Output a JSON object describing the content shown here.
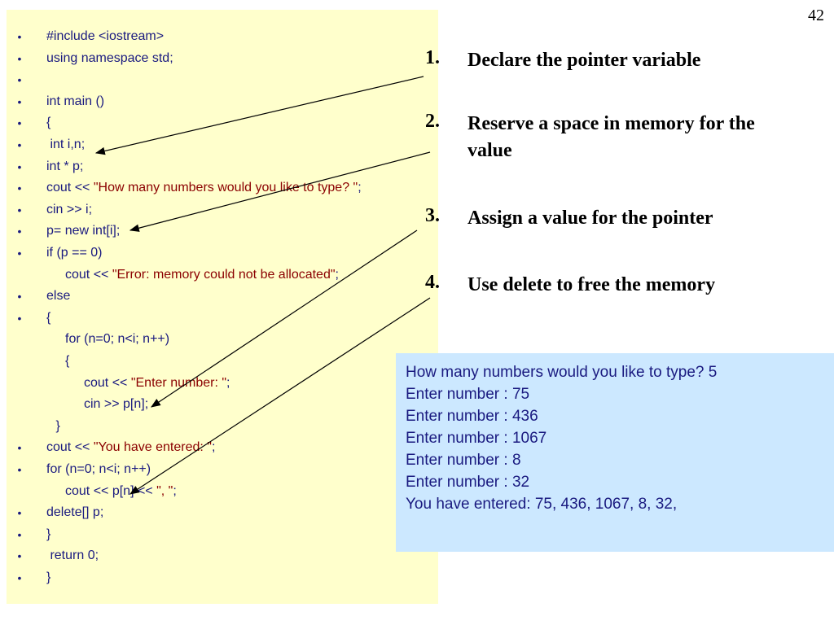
{
  "slide_number": "42",
  "code_lines": [
    {
      "bullet": "•",
      "indent": 0,
      "parts": [
        {
          "t": "#include <iostream>",
          "s": ""
        }
      ]
    },
    {
      "bullet": "•",
      "indent": 0,
      "parts": [
        {
          "t": "using namespace std;",
          "s": ""
        }
      ]
    },
    {
      "bullet": "•",
      "indent": 0,
      "parts": [
        {
          "t": "",
          "s": ""
        }
      ]
    },
    {
      "bullet": "•",
      "indent": 0,
      "parts": [
        {
          "t": "int main ()",
          "s": ""
        }
      ]
    },
    {
      "bullet": "•",
      "indent": 0,
      "parts": [
        {
          "t": "{",
          "s": ""
        }
      ]
    },
    {
      "bullet": "•",
      "indent": 0,
      "parts": [
        {
          "t": " int i,n;",
          "s": ""
        }
      ]
    },
    {
      "bullet": "•",
      "indent": 0,
      "parts": [
        {
          "t": "int * p;",
          "s": ""
        }
      ]
    },
    {
      "bullet": "•",
      "indent": 0,
      "parts": [
        {
          "t": "cout << ",
          "s": ""
        },
        {
          "t": "\"How many numbers would you like to type? \"",
          "s": "str"
        },
        {
          "t": ";",
          "s": ""
        }
      ]
    },
    {
      "bullet": "•",
      "indent": 0,
      "parts": [
        {
          "t": "cin >> i;",
          "s": ""
        }
      ]
    },
    {
      "bullet": "•",
      "indent": 0,
      "parts": [
        {
          "t": "p= new int[i];",
          "s": ""
        }
      ]
    },
    {
      "bullet": "•",
      "indent": 0,
      "parts": [
        {
          "t": "if (p == 0)",
          "s": ""
        }
      ]
    },
    {
      "bullet": "",
      "indent": 1,
      "parts": [
        {
          "t": "cout << ",
          "s": ""
        },
        {
          "t": "\"Error: memory could not be allocated\"",
          "s": "str"
        },
        {
          "t": ";",
          "s": ""
        }
      ]
    },
    {
      "bullet": "•",
      "indent": 0,
      "parts": [
        {
          "t": "else",
          "s": ""
        }
      ]
    },
    {
      "bullet": "•",
      "indent": 0,
      "parts": [
        {
          "t": "{",
          "s": ""
        }
      ]
    },
    {
      "bullet": "",
      "indent": 1,
      "parts": [
        {
          "t": "for (n=0; n<i; n++)",
          "s": ""
        }
      ]
    },
    {
      "bullet": "",
      "indent": 1,
      "parts": [
        {
          "t": "{",
          "s": ""
        }
      ]
    },
    {
      "bullet": "",
      "indent": 2,
      "parts": [
        {
          "t": "cout << ",
          "s": ""
        },
        {
          "t": "\"Enter number: \"",
          "s": "str"
        },
        {
          "t": ";",
          "s": ""
        }
      ]
    },
    {
      "bullet": "",
      "indent": 2,
      "parts": [
        {
          "t": "cin >> p[n];",
          "s": ""
        }
      ]
    },
    {
      "bullet": "",
      "indent": 0.5,
      "parts": [
        {
          "t": "}",
          "s": ""
        }
      ]
    },
    {
      "bullet": "•",
      "indent": 0,
      "parts": [
        {
          "t": "cout << ",
          "s": ""
        },
        {
          "t": "\"You have entered: \"",
          "s": "str"
        },
        {
          "t": ";",
          "s": ""
        }
      ]
    },
    {
      "bullet": "•",
      "indent": 0,
      "parts": [
        {
          "t": "for (n=0; n<i; n++)",
          "s": ""
        }
      ]
    },
    {
      "bullet": "",
      "indent": 1,
      "parts": [
        {
          "t": "cout << p[n] << ",
          "s": ""
        },
        {
          "t": "\", \"",
          "s": "str"
        },
        {
          "t": ";",
          "s": ""
        }
      ]
    },
    {
      "bullet": "•",
      "indent": 0,
      "parts": [
        {
          "t": "delete[] p;",
          "s": ""
        }
      ]
    },
    {
      "bullet": "•",
      "indent": 0,
      "parts": [
        {
          "t": "}",
          "s": ""
        }
      ]
    },
    {
      "bullet": "•",
      "indent": 0,
      "parts": [
        {
          "t": " return 0;",
          "s": ""
        }
      ]
    },
    {
      "bullet": "•",
      "indent": 0,
      "parts": [
        {
          "t": "}",
          "s": ""
        }
      ]
    }
  ],
  "steps": [
    {
      "num": "1.",
      "text": "Declare the pointer variable"
    },
    {
      "num": "2.",
      "text": "Reserve a space in memory for the value"
    },
    {
      "num": "3.",
      "text": "Assign a value for the pointer"
    },
    {
      "num": "4.",
      "text": "Use delete to free the memory"
    }
  ],
  "output_lines": [
    "How many numbers would you like to type? 5",
    "Enter number : 75",
    "Enter number : 436",
    "Enter number : 1067",
    "Enter number : 8",
    "Enter number : 32",
    "You have entered: 75, 436, 1067, 8, 32,"
  ],
  "colors": {
    "code_panel_bg": "#ffffcc",
    "output_box_bg": "#cce8ff",
    "code_text": "#1a1a80",
    "string_literal": "#8b0000"
  }
}
